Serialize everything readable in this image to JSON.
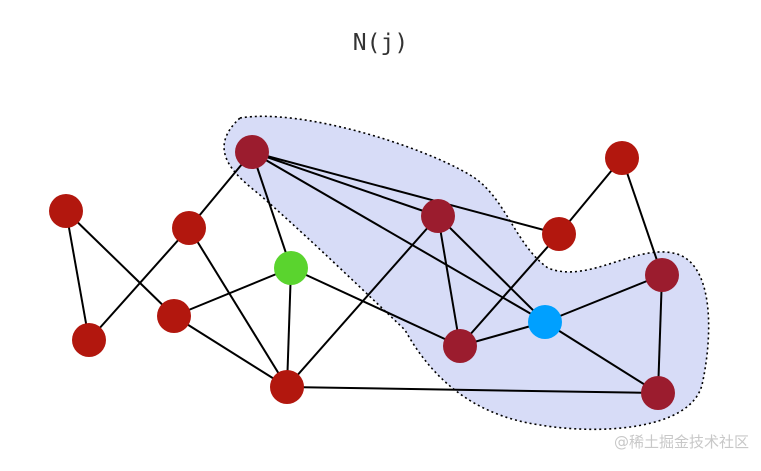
{
  "title": "N(j)",
  "watermark": "@稀土掘金技术社区",
  "colors": {
    "node_default": "#9b1c2e",
    "node_red": "#b2170e",
    "node_focus": "#00a0ff",
    "node_green": "#5ad42e",
    "neighborhood_fill": "#d7dcf7",
    "neighborhood_border": "#000000",
    "edge": "#000000"
  },
  "nodes": [
    {
      "id": "n1",
      "role": "neighbor"
    },
    {
      "id": "n2",
      "role": "other"
    },
    {
      "id": "n3",
      "role": "other"
    },
    {
      "id": "n4",
      "role": "other"
    },
    {
      "id": "n5",
      "role": "other"
    },
    {
      "id": "n6",
      "role": "other"
    },
    {
      "id": "n7",
      "role": "highlight"
    },
    {
      "id": "n8",
      "role": "other"
    },
    {
      "id": "n9",
      "role": "neighbor"
    },
    {
      "id": "n10",
      "role": "neighbor"
    },
    {
      "id": "n11",
      "role": "other"
    },
    {
      "id": "n12",
      "role": "other"
    },
    {
      "id": "n13",
      "role": "focus"
    },
    {
      "id": "n14",
      "role": "neighbor"
    },
    {
      "id": "n15",
      "role": "neighbor"
    }
  ],
  "edges": [
    [
      "n1",
      "n11"
    ],
    [
      "n1",
      "n7"
    ],
    [
      "n1",
      "n9"
    ],
    [
      "n1",
      "n13"
    ],
    [
      "n1",
      "n3"
    ],
    [
      "n2",
      "n4"
    ],
    [
      "n2",
      "n5"
    ],
    [
      "n3",
      "n4"
    ],
    [
      "n3",
      "n8"
    ],
    [
      "n5",
      "n7"
    ],
    [
      "n5",
      "n8"
    ],
    [
      "n7",
      "n8"
    ],
    [
      "n7",
      "n10"
    ],
    [
      "n8",
      "n9"
    ],
    [
      "n8",
      "n15"
    ],
    [
      "n9",
      "n10"
    ],
    [
      "n9",
      "n13"
    ],
    [
      "n10",
      "n13"
    ],
    [
      "n10",
      "n11"
    ],
    [
      "n11",
      "n12"
    ],
    [
      "n12",
      "n14"
    ],
    [
      "n13",
      "n14"
    ],
    [
      "n13",
      "n15"
    ],
    [
      "n14",
      "n15"
    ]
  ]
}
